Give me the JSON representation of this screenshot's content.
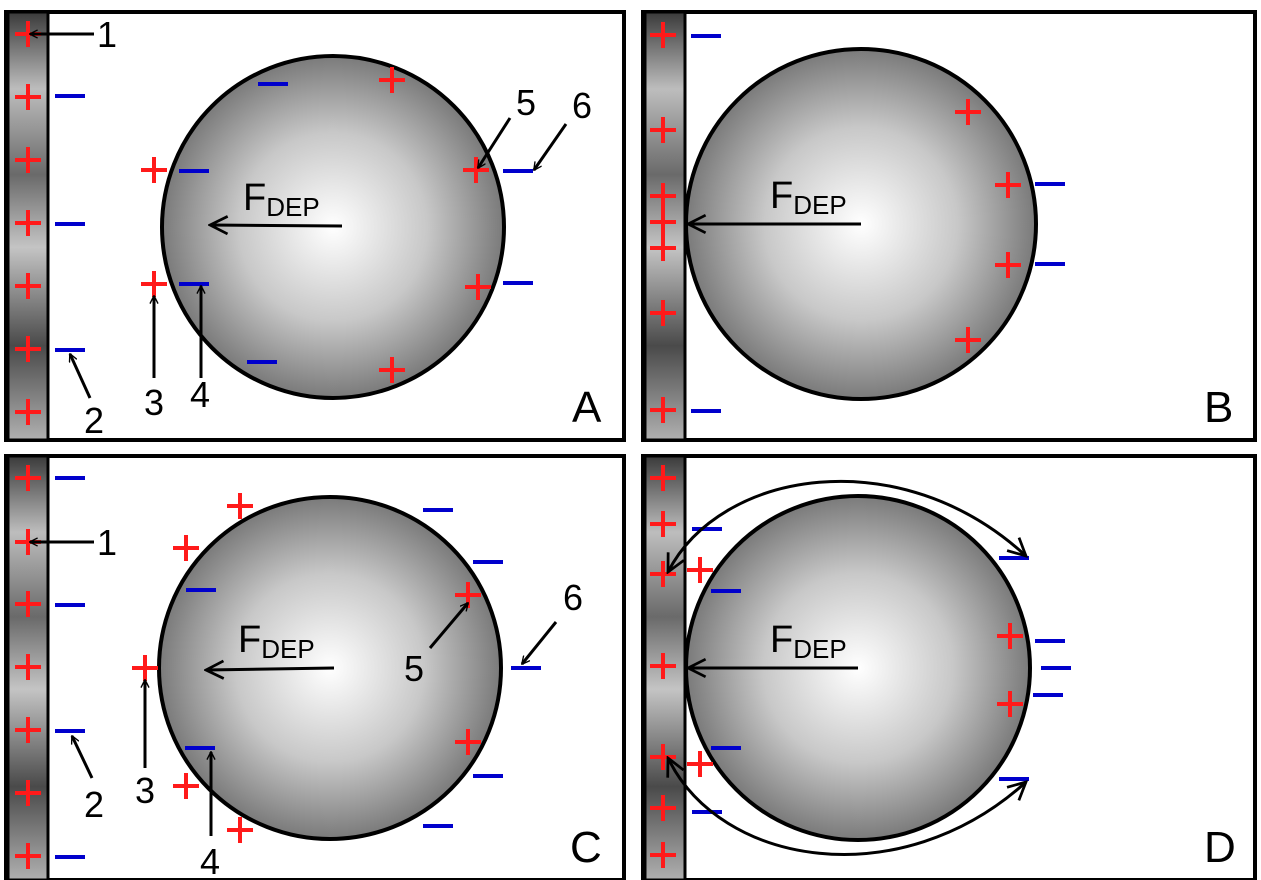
{
  "panels": {
    "a": {
      "label": "A"
    },
    "b": {
      "label": "B"
    },
    "c": {
      "label": "C"
    },
    "d": {
      "label": "D"
    }
  },
  "force": {
    "main": "F",
    "sub": "DEP"
  },
  "callouts": {
    "electrode": "1",
    "electrode_counter_charge": "2",
    "particle_counter_charge_near": "3",
    "particle_charge_near": "4",
    "particle_charge_far": "5",
    "particle_counter_charge_far": "6"
  },
  "colors": {
    "positive_charge": "#ff1a1a",
    "negative_charge": "#0000cc",
    "outline": "#000000"
  },
  "symbols": {
    "positive": "+",
    "negative": "−"
  }
}
